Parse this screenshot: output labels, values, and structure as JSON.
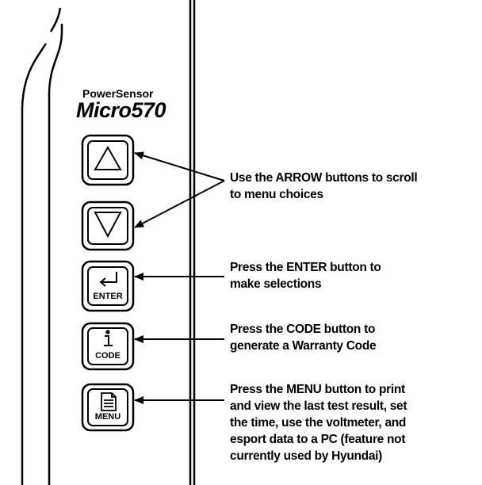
{
  "device": {
    "brand_line": "PowerSensor",
    "model": "Micro570"
  },
  "buttons": {
    "up": {
      "icon": "up-triangle-icon"
    },
    "down": {
      "icon": "down-triangle-icon"
    },
    "enter": {
      "label": "ENTER",
      "icon": "enter-arrow-icon"
    },
    "code": {
      "label": "CODE",
      "icon": "info-i-icon"
    },
    "menu": {
      "label": "MENU",
      "icon": "document-icon"
    }
  },
  "callouts": {
    "arrow": [
      "Use the ARROW buttons to scroll",
      "to menu choices"
    ],
    "enter": [
      "Press the ENTER button to",
      "make selections"
    ],
    "code": [
      "Press the CODE button to",
      "generate a Warranty Code"
    ],
    "menu": [
      "Press the MENU button to print",
      "and view the last test result, set",
      "the time, use the voltmeter, and",
      "esport data to a PC (feature not",
      "currently used by Hyundai)"
    ]
  }
}
